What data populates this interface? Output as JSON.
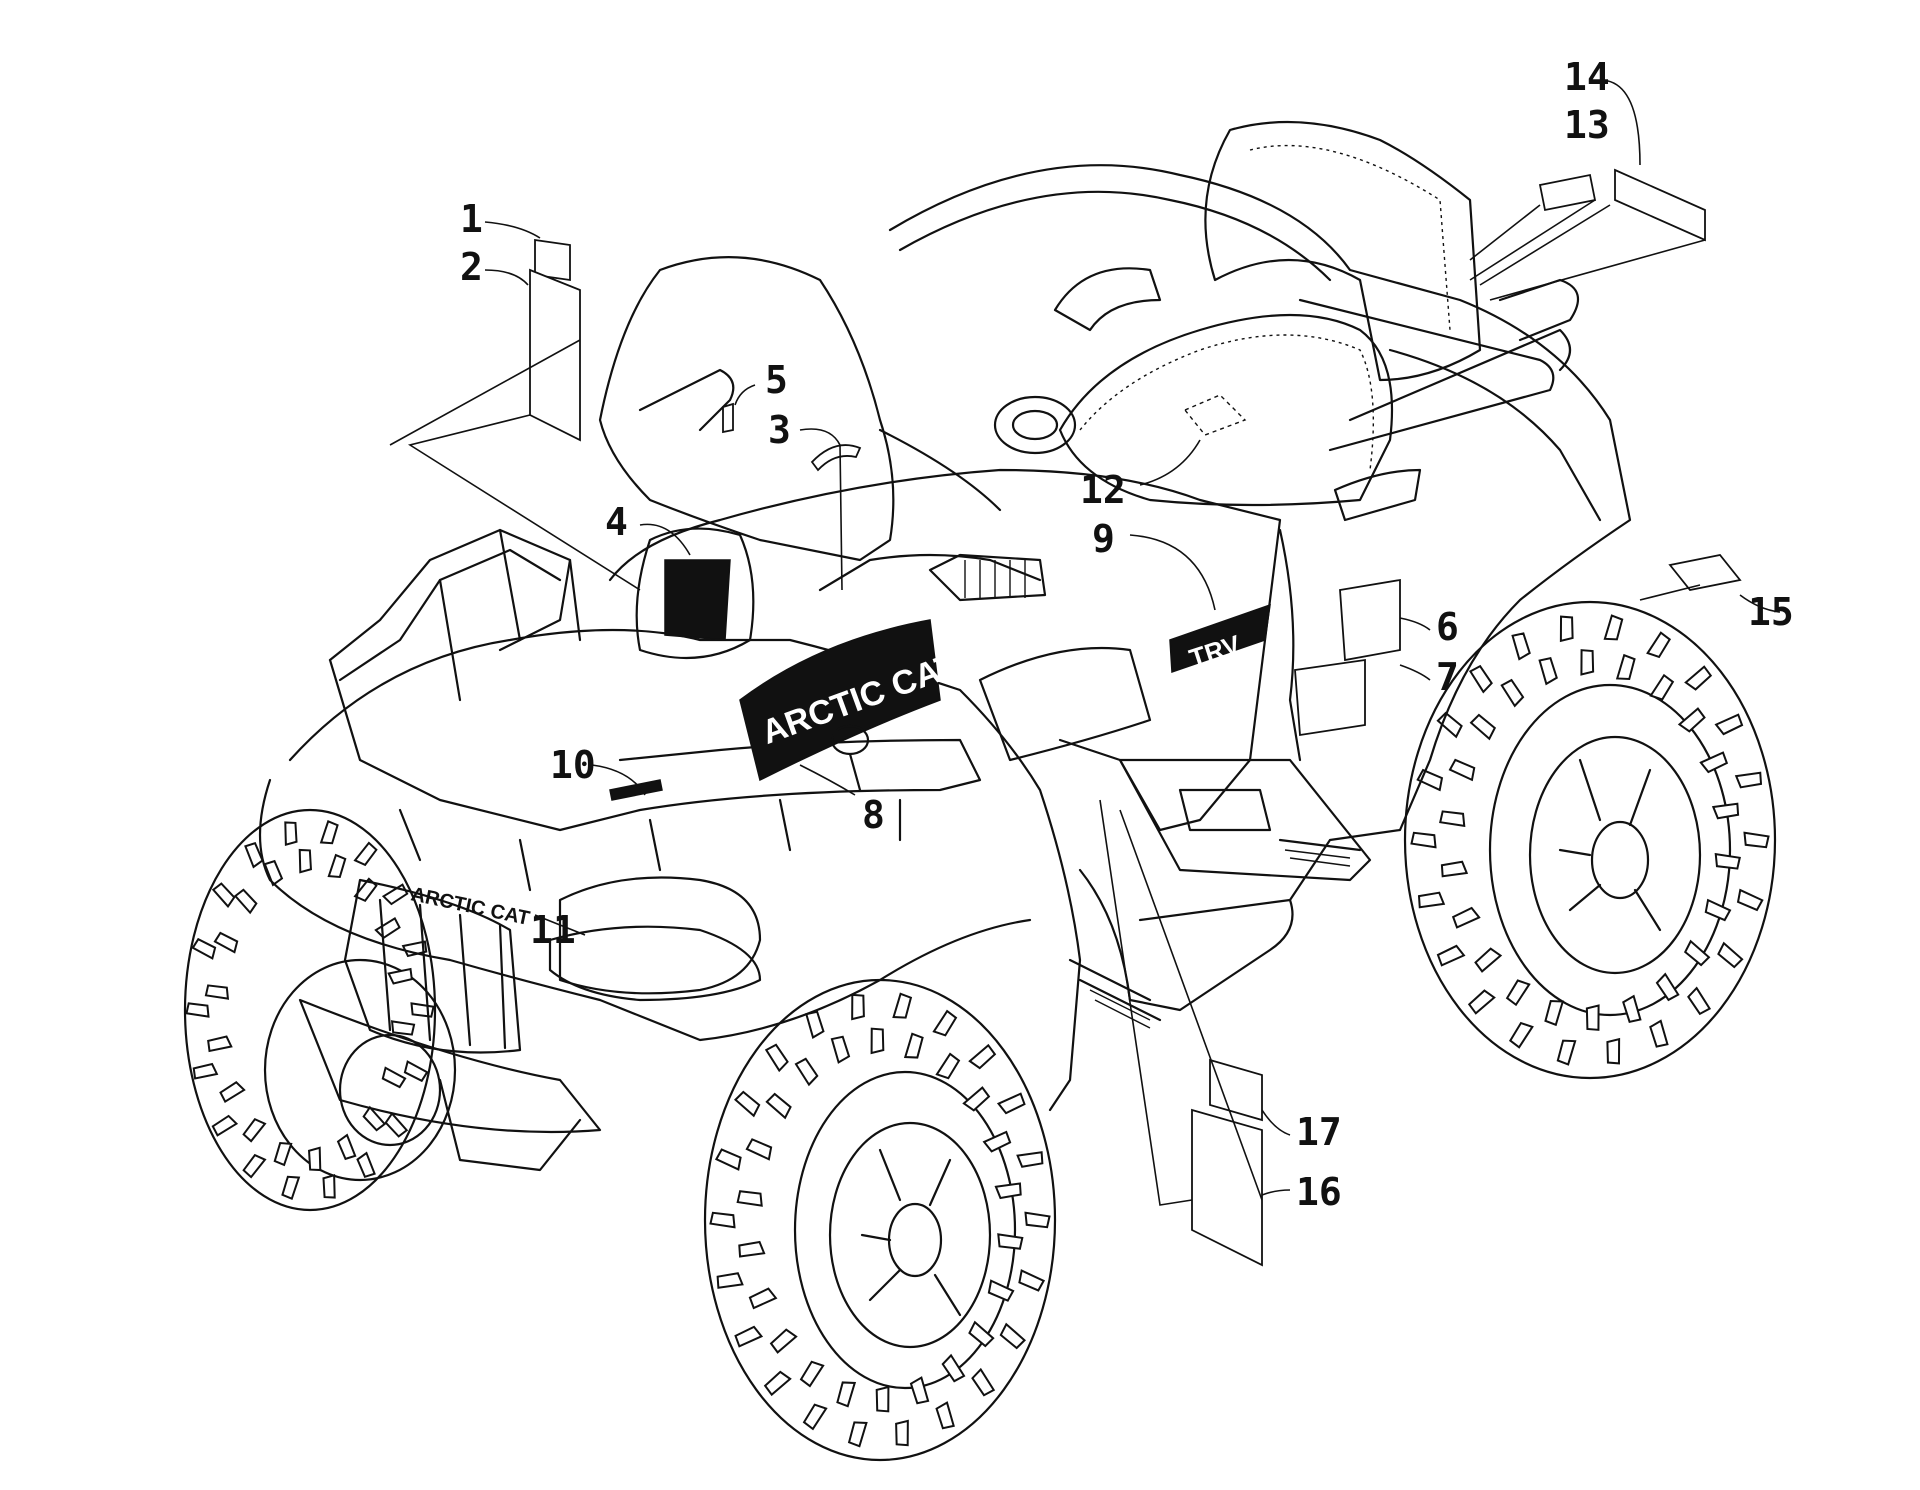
{
  "callouts": [
    {
      "id": "1",
      "label": "1"
    },
    {
      "id": "2",
      "label": "2"
    },
    {
      "id": "3",
      "label": "3"
    },
    {
      "id": "4",
      "label": "4"
    },
    {
      "id": "5",
      "label": "5"
    },
    {
      "id": "6",
      "label": "6"
    },
    {
      "id": "7",
      "label": "7"
    },
    {
      "id": "8",
      "label": "8"
    },
    {
      "id": "9",
      "label": "9"
    },
    {
      "id": "10",
      "label": "10"
    },
    {
      "id": "11",
      "label": "11"
    },
    {
      "id": "12",
      "label": "12"
    },
    {
      "id": "13",
      "label": "13"
    },
    {
      "id": "14",
      "label": "14"
    },
    {
      "id": "15",
      "label": "15"
    },
    {
      "id": "16",
      "label": "16"
    },
    {
      "id": "17",
      "label": "17"
    }
  ],
  "decals": {
    "side_panel": "TRV",
    "fender_logo": "ARCTIC CAT",
    "grille_logo": "ARCTIC CAT"
  }
}
